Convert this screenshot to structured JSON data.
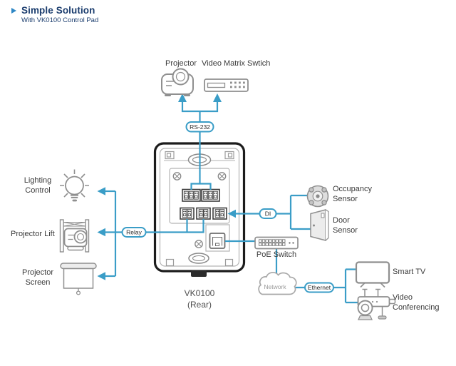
{
  "header": {
    "title": "Simple Solution",
    "subtitle": "With VK0100 Control Pad",
    "title_color": "#1b3d6e",
    "accent_color": "#2e87c5"
  },
  "colors": {
    "connection_line": "#3a9dc7",
    "icon_outline": "#8f8f8f",
    "device_outline": "#1c1c1c",
    "label_text": "#3a3a3a"
  },
  "device": {
    "model": "VK0100",
    "view": "(Rear)"
  },
  "nodes": {
    "projector": "Projector",
    "video_matrix_switch": "Video Matrix Swtich",
    "lighting_control": [
      "Lighting",
      "Control"
    ],
    "projector_lift": "Projector Lift",
    "projector_screen": [
      "Projector",
      "Screen"
    ],
    "occupancy_sensor": [
      "Occupancy",
      "Sensor"
    ],
    "door_sensor": [
      "Door",
      "Sensor"
    ],
    "poe_switch": "PoE Switch",
    "network_cloud": "Network",
    "smart_tv": "Smart TV",
    "video_conferencing": [
      "Video",
      "Conferencing"
    ]
  },
  "connection_tags": {
    "rs232": "RS-232",
    "relay": "Relay",
    "di": "DI",
    "ethernet": "Ethernet"
  }
}
